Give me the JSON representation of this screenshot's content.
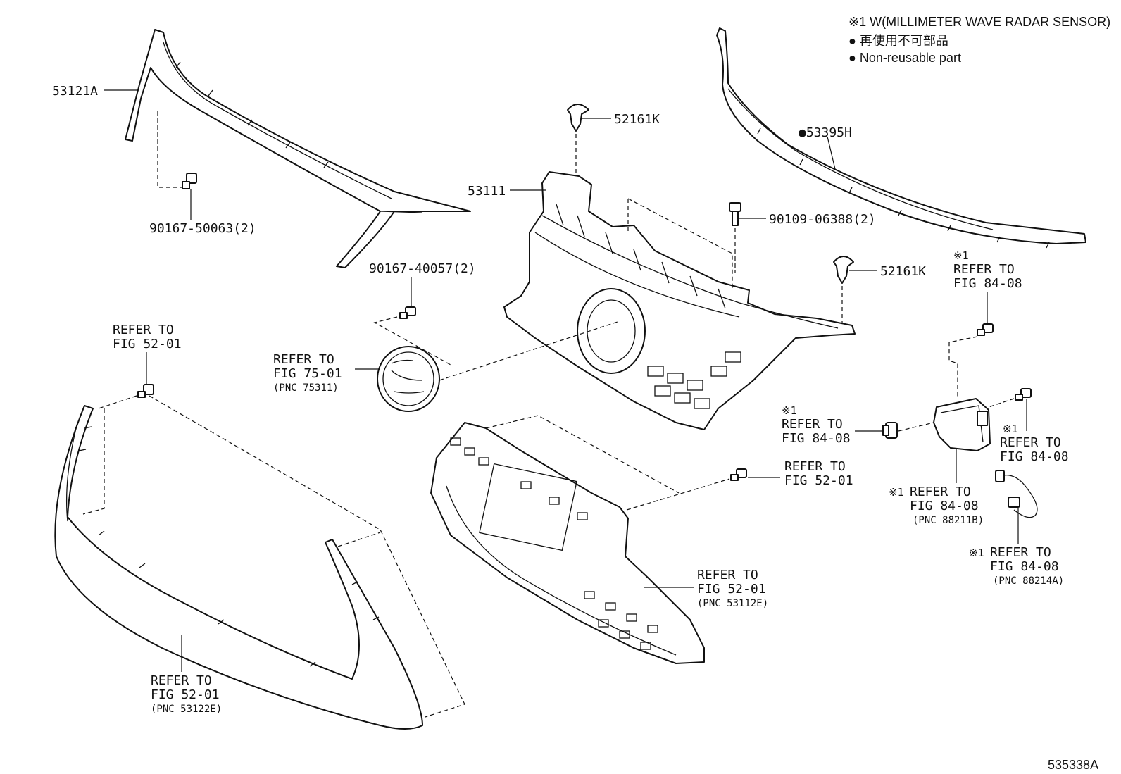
{
  "legend": {
    "line1": "※1 W(MILLIMETER WAVE RADAR SENSOR)",
    "line2": "● 再使用不可部品",
    "line3": "● Non-reusable part"
  },
  "diagram_id": "535338A",
  "labels": {
    "p53121A": "53121A",
    "p90167_50063": "90167-50063(2)",
    "p52161K_top": "52161K",
    "p53395H": "●53395H",
    "p53111": "53111",
    "p90109_06388": "90109-06388(2)",
    "p52161K_right": "52161K",
    "p90167_40057": "90167-40057(2)",
    "ref_a_1": "※1",
    "ref_a_2": "REFER TO",
    "ref_a_3": "FIG 84-08",
    "ref_b_1": "REFER TO",
    "ref_b_2": "FIG 52-01",
    "ref_c_1": "REFER TO",
    "ref_c_2": "FIG 75-01",
    "ref_c_3": "(PNC 75311)",
    "ref_d_1": "※1",
    "ref_d_2": "REFER TO",
    "ref_d_3": "FIG 84-08",
    "ref_e_1": "※1",
    "ref_e_2": "REFER TO",
    "ref_e_3": "FIG 84-08",
    "ref_f_1": "REFER TO",
    "ref_f_2": "FIG 52-01",
    "ref_g_1": "※1",
    "ref_g_2": "REFER TO",
    "ref_g_3": "FIG 84-08",
    "ref_g_4": "(PNC 88211B)",
    "ref_h_1": "REFER TO",
    "ref_h_2": "FIG 52-01",
    "ref_h_3": "(PNC 53112E)",
    "ref_i_1": "※1",
    "ref_i_2": "REFER TO",
    "ref_i_3": "FIG 84-08",
    "ref_i_4": "(PNC 88214A)",
    "ref_j_1": "REFER TO",
    "ref_j_2": "FIG 52-01",
    "ref_j_3": "(PNC 53122E)"
  }
}
